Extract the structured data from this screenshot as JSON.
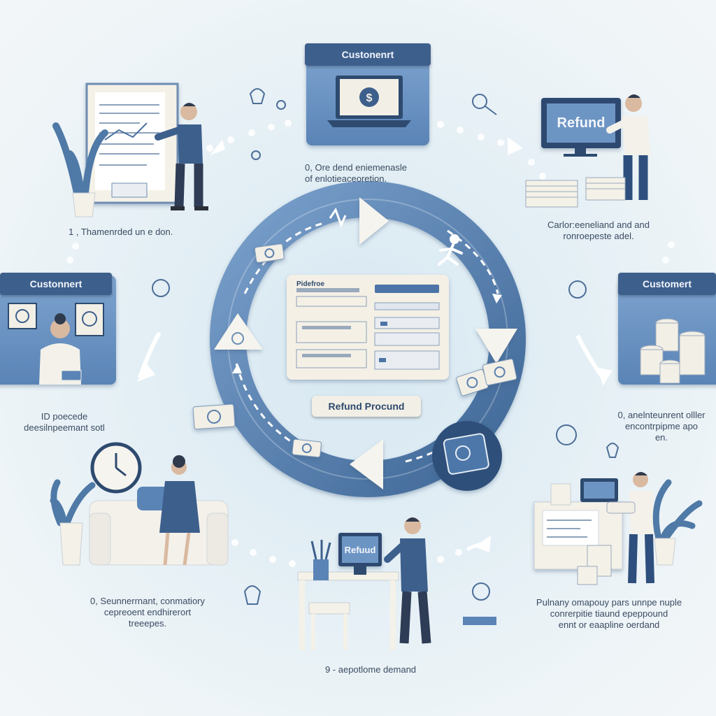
{
  "top_card": {
    "title": "Custonenrt"
  },
  "left_card": {
    "title": "Custonnert"
  },
  "right_card": {
    "title": "Customert"
  },
  "refund_screens": {
    "top_right": "Refund",
    "bottom": "Refuud"
  },
  "center": {
    "form_title": "Pidefroe",
    "button_label": "Refund Procund"
  },
  "captions": {
    "top_center": [
      "0, Ore dend eniemenasle",
      "of enlotieaceoretion."
    ],
    "top_left": "1 , Thamenrded un e don.",
    "top_right": [
      "Carlor:eeneliand and and",
      "ronroepeste adel."
    ],
    "left": [
      "ID poecede",
      "deesilnpeemant sotl"
    ],
    "right": [
      "0, anelnteunrent olller",
      "encontrpipme apo",
      "en."
    ],
    "bottom_left": [
      "0, Seunnerrnant, conmatiory",
      "cepreoent endhirerort",
      "treeepes."
    ],
    "bottom_right": [
      "Pulnany omapouy pars unnpe nuple",
      "conrerpitie tiaund epeppound",
      "ennt or eaapline oerdand"
    ],
    "bottom": "9 - aepotlome demand"
  },
  "colors": {
    "accent": "#3d5f8c",
    "ring": "#5b86b8",
    "card": "#6d95c4",
    "background": "#e4eff5"
  }
}
